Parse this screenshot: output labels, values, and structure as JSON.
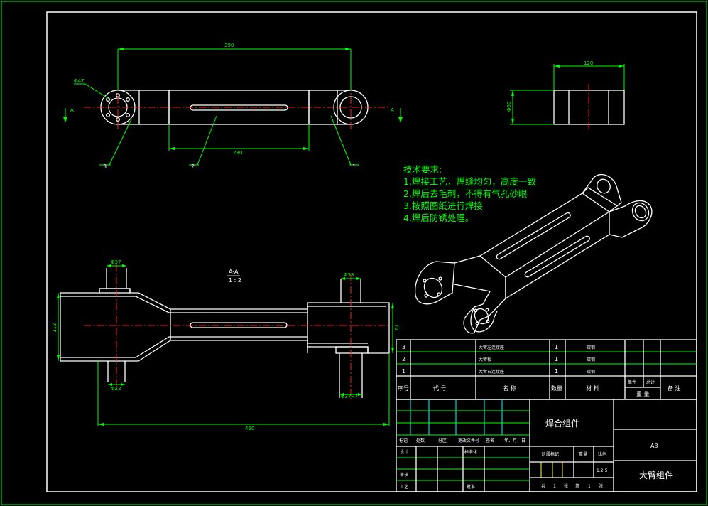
{
  "dims": {
    "top_length": "390",
    "hole_dia": "Φ47",
    "slot_length": "230",
    "side_width": "120",
    "side_height": "Φ60",
    "sec_dia_left": "Φ37",
    "sec_dia_right": "Φ33",
    "sec_height_left": "112",
    "sec_height_right": "72",
    "sec_bot_left": "Φ22",
    "sec_bot_right": "Φ37H7",
    "sec_length": "450"
  },
  "section": {
    "label": "A-A",
    "scale": "1 : 2"
  },
  "section_marks": {
    "left": "A",
    "right": "A"
  },
  "balloons": {
    "b1": "1",
    "b2": "2",
    "b3": "3"
  },
  "notes": {
    "title": "技术要求:",
    "lines": [
      "1.焊接工艺，焊缝均匀，高度一致",
      "2.焊后去毛刺，不得有气孔砂眼",
      "3.按照图纸进行焊接",
      "4.焊后防锈处理。"
    ]
  },
  "bom": {
    "rows": [
      {
        "no": "3",
        "name": "大臂左连接座",
        "qty": "1",
        "material": "碳钢"
      },
      {
        "no": "2",
        "name": "大臂板",
        "qty": "1",
        "material": "碳钢"
      },
      {
        "no": "1",
        "name": "大臂右连接座",
        "qty": "1",
        "material": "碳钢"
      }
    ],
    "header": {
      "no": "序号",
      "code": "代 号",
      "name": "名 称",
      "qty": "数量",
      "material": "材 料",
      "unit": "单件",
      "total": "总计",
      "weight": "重 量",
      "remark": "备 注"
    }
  },
  "title_block": {
    "drawing_name": "焊合组件",
    "part_name": "大臂组件",
    "format": "A3",
    "row_labels": {
      "biaoji": "标记",
      "chushu": "处数",
      "fenqu": "分区",
      "gengai": "更改文件号",
      "qianming": "签名",
      "date": "年、月、日",
      "sheji": "设计",
      "biaozhunhua": "标准化",
      "shenhe": "审核",
      "gongyi": "工艺",
      "pizhun": "批准"
    },
    "stage_label": "阶段标记",
    "weight_label": "重量",
    "scale_label": "比例",
    "scale_value": "1:2.5",
    "sheet": {
      "gong": "共",
      "total": "1",
      "zhang1": "张",
      "di": "第",
      "num": "1",
      "zhang2": "张"
    }
  }
}
